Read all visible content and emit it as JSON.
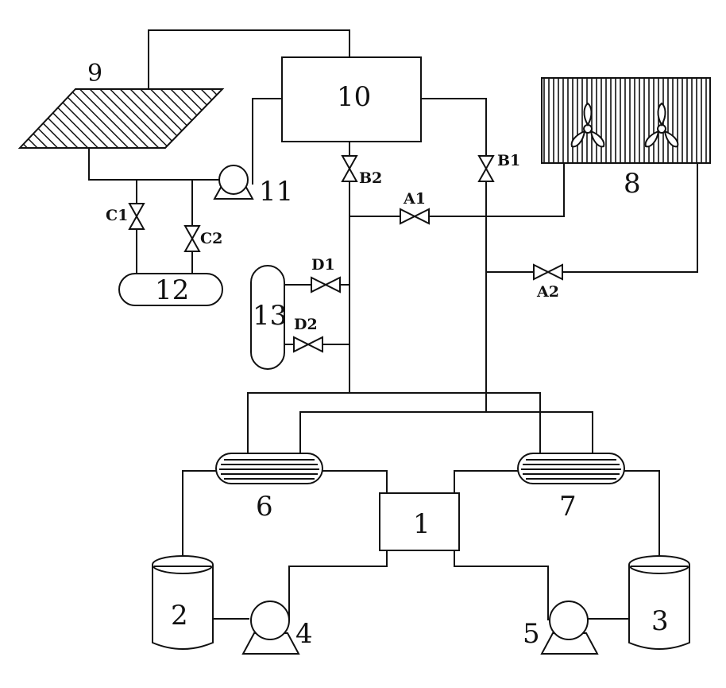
{
  "components": {
    "c1": "1",
    "c2": "2",
    "c3": "3",
    "c4": "4",
    "c5": "5",
    "c6": "6",
    "c7": "7",
    "c8": "8",
    "c9": "9",
    "c10": "10",
    "c11": "11",
    "c12": "12",
    "c13": "13"
  },
  "valves": {
    "A1": "A1",
    "A2": "A2",
    "B1": "B1",
    "B2": "B2",
    "C1": "C1",
    "C2": "C2",
    "D1": "D1",
    "D2": "D2"
  }
}
